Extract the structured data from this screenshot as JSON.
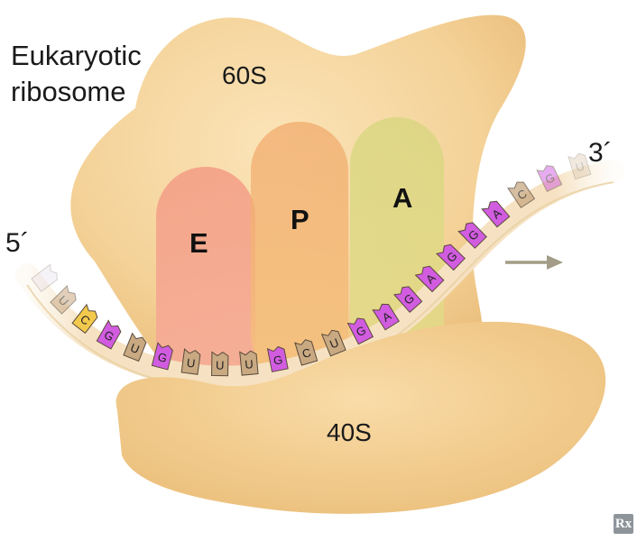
{
  "title": "Eukaryotic\nribosome",
  "large_subunit_label": "60S",
  "small_subunit_label": "40S",
  "sites": {
    "e": "E",
    "p": "P",
    "a": "A"
  },
  "mrna": {
    "five_prime": "5´",
    "three_prime": "3´",
    "nucleotides": [
      "",
      "U",
      "C",
      "G",
      "U",
      "G",
      "U",
      "U",
      "U",
      "G",
      "C",
      "U",
      "G",
      "A",
      "G",
      "A",
      "G",
      "G",
      "A",
      "C",
      "G",
      "U"
    ]
  },
  "logo": "Rx",
  "colors": {
    "ribosome": "#f3cf92",
    "site_e": "#f4a38e",
    "site_p": "#f3b771",
    "site_a": "#d9dc86",
    "purine": "#d15ce0",
    "pyrimidine": "#c9a982",
    "arrow": "#a39c86"
  }
}
